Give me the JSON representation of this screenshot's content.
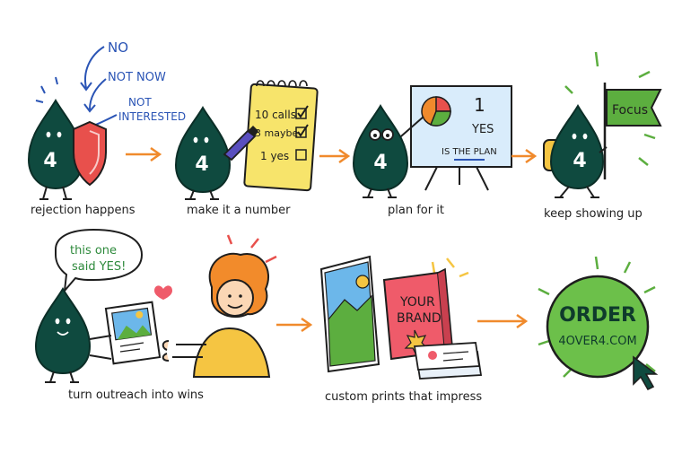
{
  "colors": {
    "mascot": "#0f4a3f",
    "mascot_outline": "#0b2e27",
    "arrow": "#f08a2c",
    "shield": "#e8504c",
    "note": "#f7e46b",
    "board": "#d9ecfb",
    "flag": "#5cae3f",
    "order": "#6cc04a",
    "order_text": "#0f3b2c",
    "brand_red": "#ef5b6a",
    "blue_text": "#2a54b5",
    "green_text": "#2e8a3c"
  },
  "mascot_number": "4",
  "steps": [
    {
      "caption": "rejection happens",
      "words": [
        "NO",
        "NOT NOW",
        "NOT",
        "INTERESTED"
      ]
    },
    {
      "caption": "make it a number",
      "notes": [
        "10 calls",
        "3 maybe",
        "1 yes"
      ]
    },
    {
      "caption": "plan for it",
      "board_top": "1",
      "board_yes": "YES",
      "board_plan": "IS THE PLAN"
    },
    {
      "caption": "keep showing up",
      "flag": "Focus"
    },
    {
      "caption": "turn outreach into wins",
      "bubble_line1": "this one",
      "bubble_line2": "said YES!"
    },
    {
      "caption": "custom prints that impress",
      "brand_line1": "YOUR",
      "brand_line2": "BRAND"
    },
    {
      "order": "ORDER",
      "site": "4OVER4.COM"
    }
  ]
}
